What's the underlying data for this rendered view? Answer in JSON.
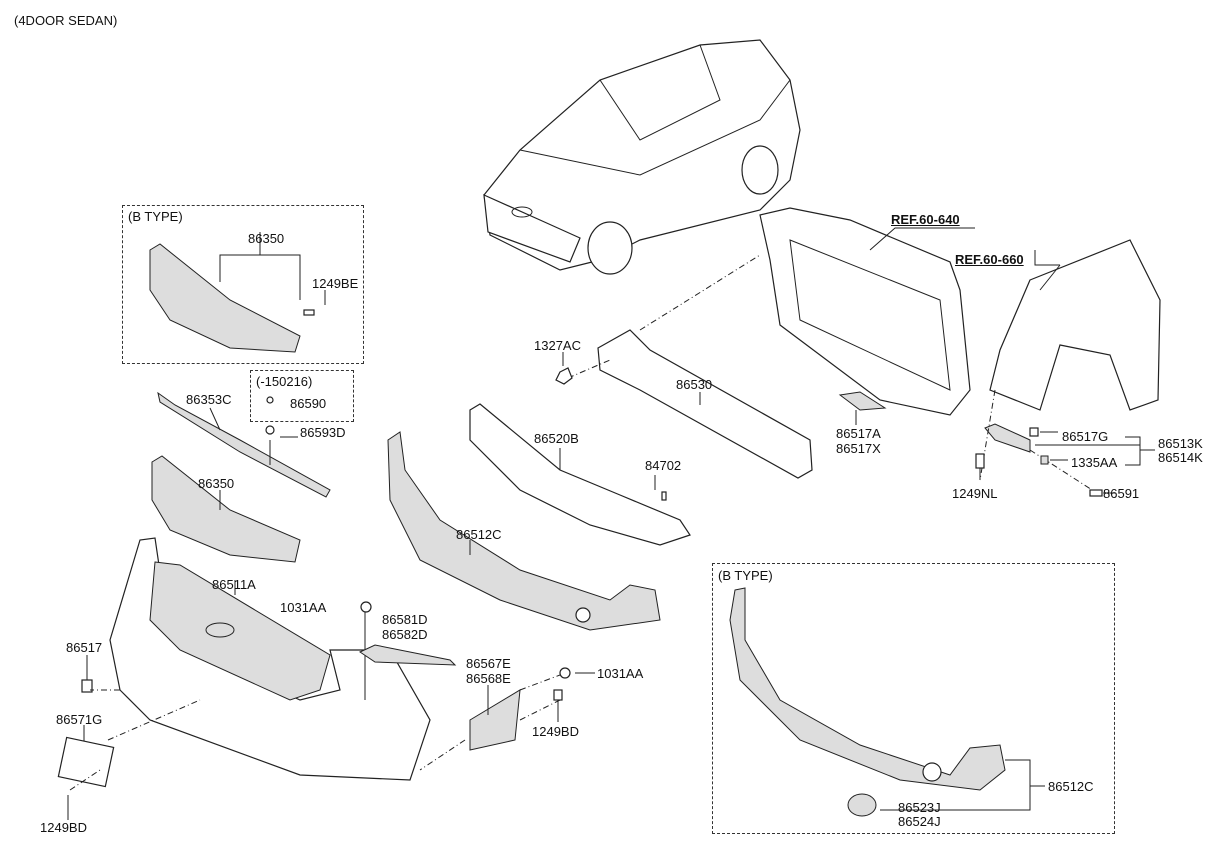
{
  "title": "(4DOOR SEDAN)",
  "b_type_label": "(B TYPE)",
  "refs": {
    "ref1": "REF.60-640",
    "ref2": "REF.60-660"
  },
  "variant_label": "(-150216)",
  "parts": {
    "p86350a": "86350",
    "p1249BE": "1249BE",
    "p86590": "86590",
    "p86353C": "86353C",
    "p86593D": "86593D",
    "p86350b": "86350",
    "p86511A": "86511A",
    "p1031AAa": "1031AA",
    "p86581D": "86581D",
    "p86582D": "86582D",
    "p86517": "86517",
    "p86571G": "86571G",
    "p1249BDa": "1249BD",
    "p86567E": "86567E",
    "p86568E": "86568E",
    "p1031AAb": "1031AA",
    "p1249BDb": "1249BD",
    "p86512Ca": "86512C",
    "p86520B": "86520B",
    "p84702": "84702",
    "p86530": "86530",
    "p1327AC": "1327AC",
    "p86517A": "86517A",
    "p86517X": "86517X",
    "p86517G": "86517G",
    "p86513K": "86513K",
    "p86514K": "86514K",
    "p1335AA": "1335AA",
    "p1249NL": "1249NL",
    "p86591": "86591",
    "p86512Cb": "86512C",
    "p86523J": "86523J",
    "p86524J": "86524J"
  }
}
